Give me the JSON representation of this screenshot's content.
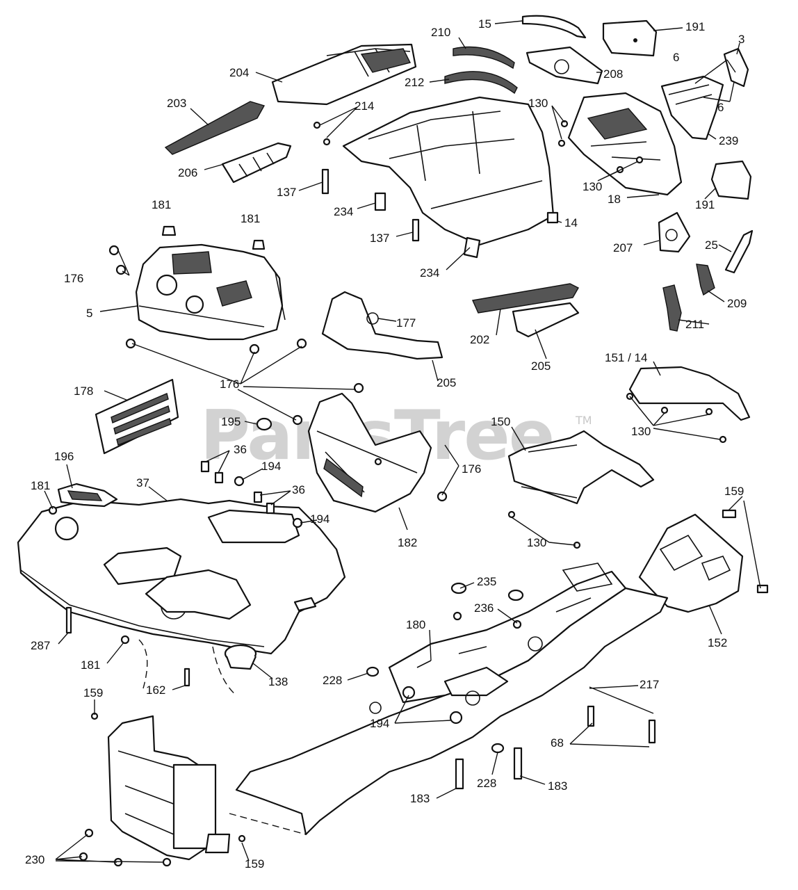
{
  "watermark": {
    "text": "PartsTree",
    "trademark": "TM"
  },
  "callouts": {
    "c15": "15",
    "c191a": "191",
    "c210": "210",
    "c3": "3",
    "c6a": "6",
    "c6b": "6",
    "c204": "204",
    "c208": "208",
    "c212": "212",
    "c130a": "130",
    "c214": "214",
    "c203": "203",
    "c239": "239",
    "c206": "206",
    "c130b": "130",
    "c18": "18",
    "c191b": "191",
    "c137a": "137",
    "c234a": "234",
    "c181a": "181",
    "c181b": "181",
    "c14": "14",
    "c137b": "137",
    "c207": "207",
    "c25": "25",
    "c176a": "176",
    "c234b": "234",
    "c209": "209",
    "c5": "5",
    "c177": "177",
    "c211": "211",
    "c202": "202",
    "c205a": "205",
    "c205b": "205",
    "c151": "151 / 14",
    "c176b": "176",
    "c178": "178",
    "c195": "195",
    "c150": "150",
    "c130c": "130",
    "c36a": "36",
    "c196": "196",
    "c194a": "194",
    "c176c": "176",
    "c181c": "181",
    "c37": "37",
    "c36b": "36",
    "c194b": "194",
    "c159a": "159",
    "c130d": "130",
    "c182": "182",
    "c235": "235",
    "c236": "236",
    "c180": "180",
    "c152": "152",
    "c287": "287",
    "c181d": "181",
    "c138": "138",
    "c162": "162",
    "c228a": "228",
    "c217": "217",
    "c159b": "159",
    "c194c": "194",
    "c68": "68",
    "c228b": "228",
    "c183a": "183",
    "c183b": "183",
    "c230": "230",
    "c159c": "159"
  }
}
